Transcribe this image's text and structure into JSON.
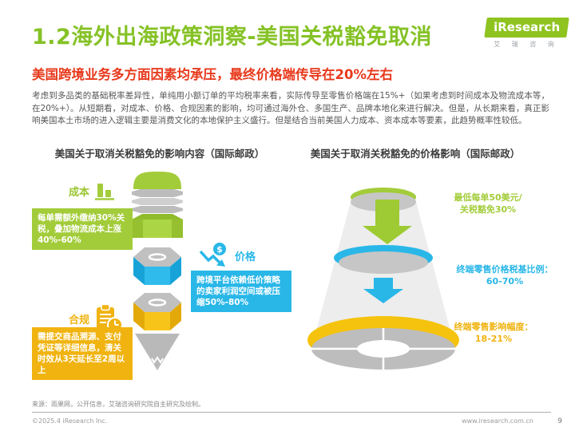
{
  "header": {
    "title": "1.2海外出海政策洞察-美国关税豁免取消",
    "logo_text": "iResearch",
    "logo_cn": "艾 瑞 咨 询",
    "subtitle": "美国跨境业务多方面因素均承压，最终价格端传导在20%左右",
    "intro": "考虑到多品类的基础税率差异性，单纯用小额订单的平均税率来看，实际传导至零售价格端在15%+（如果考虑到时间成本及物流成本等，在20%+）。从短期看，对成本、价格、合规因素的影响，均可通过海外仓、多国生产、品牌本地化来进行解决。但是，从长期来看，真正影响美国本土市场的进入逻辑主要是消费文化的本地保护主义盛行。但是结合当前美国人力成本、资本成本等要素，此趋势概率性较低。"
  },
  "columns": {
    "left_header": "美国关于取消关税豁免的影响内容（国际邮政）",
    "right_header": "美国关于取消关税豁免的价格影响（国际邮政）"
  },
  "impact_items": [
    {
      "label": "成本",
      "icon": "bar-chart-icon",
      "color": "#a3cc3a",
      "desc": "每单需额外缴纳30%关税，叠加物流成本上涨40%-60%"
    },
    {
      "label": "价格",
      "icon": "price-drop-icon",
      "color": "#29b7e8",
      "desc": "跨境平台依赖低价策略的卖家利润空间或被压缩50%-80%"
    },
    {
      "label": "合规",
      "icon": "clipboard-clock-icon",
      "color": "#f0b310",
      "desc": "需提交商品溯源、支付凭证等详细信息，清关时效从3天延长至2周以上"
    }
  ],
  "funnel_levels": [
    {
      "label": "最低每单50美元/\n关税豁免30%",
      "color": "#a3cc3a"
    },
    {
      "label": "终端零售价格税基比例：\n60-70%",
      "color": "#29b7e8"
    },
    {
      "label": "终端零售影响幅度：\n18-21%",
      "color": "#f0b310"
    }
  ],
  "icons": {
    "dollar": "$"
  },
  "footer": {
    "source": "来源：雨果网，公开信息，艾瑞咨询研究院自主研究及绘制。",
    "copyright": "©2025.4 iResearch Inc.",
    "website": "www.iresearch.com.cn",
    "page": "9"
  }
}
